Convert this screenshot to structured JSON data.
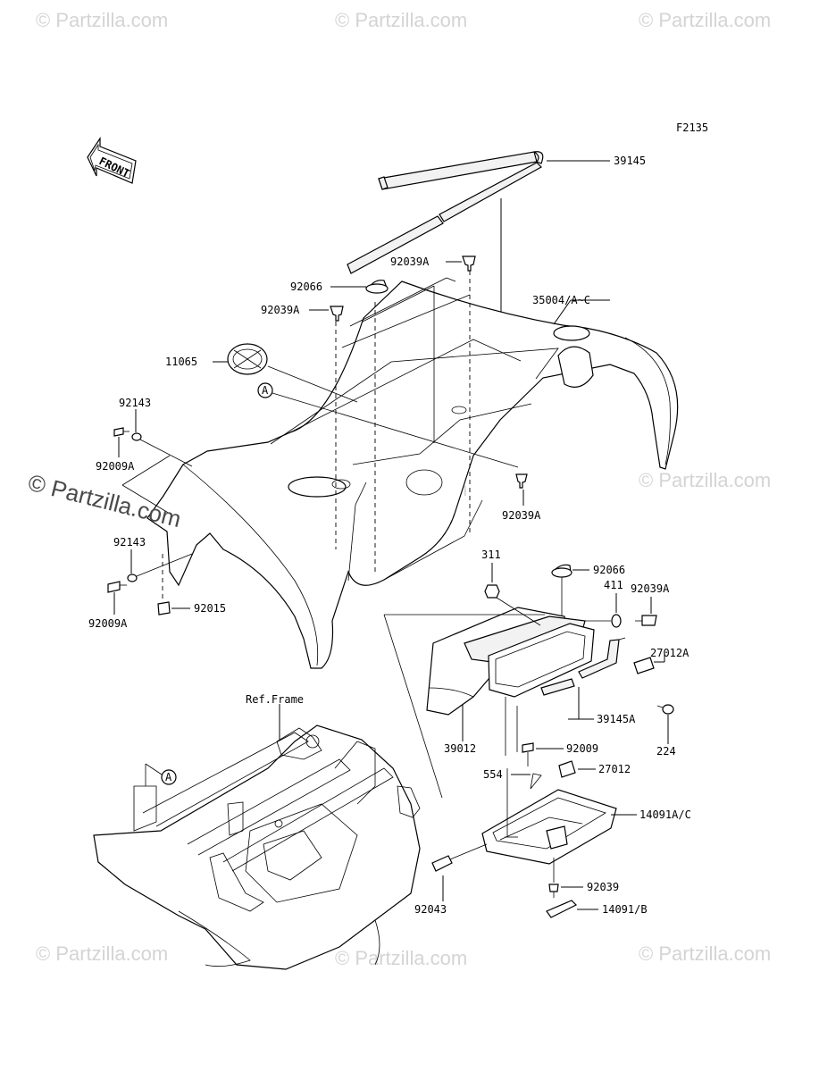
{
  "diagram_code": "F2135",
  "front_arrow_text": "FRONT",
  "ref_frame_label": "Ref.Frame",
  "ref_marker": "A",
  "watermark_text": "© Partzilla.com",
  "watermark_big_text": "© Partzilla.com",
  "parts": [
    {
      "id": "p39145",
      "label": "39145"
    },
    {
      "id": "p92039A_1",
      "label": "92039A"
    },
    {
      "id": "p92066_1",
      "label": "92066"
    },
    {
      "id": "p35004",
      "label": "35004/A~C"
    },
    {
      "id": "p92039A_2",
      "label": "92039A"
    },
    {
      "id": "p11065",
      "label": "11065"
    },
    {
      "id": "p92143_1",
      "label": "92143"
    },
    {
      "id": "p92009A_1",
      "label": "92009A"
    },
    {
      "id": "p92039A_3",
      "label": "92039A"
    },
    {
      "id": "p92143_2",
      "label": "92143"
    },
    {
      "id": "p92009A_2",
      "label": "92009A"
    },
    {
      "id": "p92015",
      "label": "92015"
    },
    {
      "id": "p311",
      "label": "311"
    },
    {
      "id": "p92066_2",
      "label": "92066"
    },
    {
      "id": "p411",
      "label": "411"
    },
    {
      "id": "p92039A_4",
      "label": "92039A"
    },
    {
      "id": "p27012A",
      "label": "27012A"
    },
    {
      "id": "p39145A",
      "label": "39145A"
    },
    {
      "id": "p224",
      "label": "224"
    },
    {
      "id": "p39012",
      "label": "39012"
    },
    {
      "id": "p92009",
      "label": "92009"
    },
    {
      "id": "p554",
      "label": "554"
    },
    {
      "id": "p27012",
      "label": "27012"
    },
    {
      "id": "p14091AC",
      "label": "14091A/C"
    },
    {
      "id": "p92039",
      "label": "92039"
    },
    {
      "id": "p92043",
      "label": "92043"
    },
    {
      "id": "p14091B",
      "label": "14091/B"
    }
  ]
}
